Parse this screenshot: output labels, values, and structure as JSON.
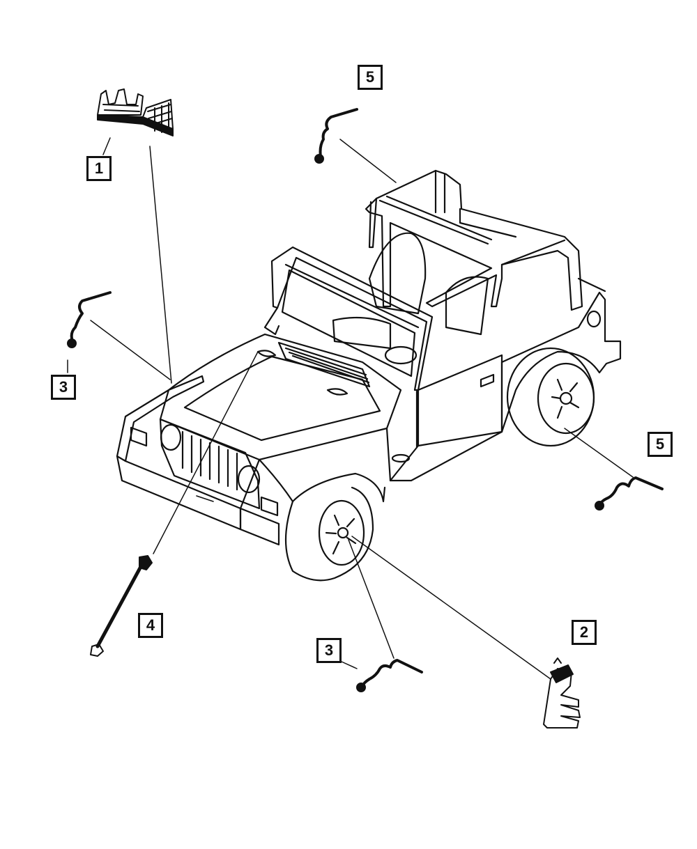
{
  "diagram": {
    "callouts": [
      {
        "id": "callout-1",
        "label": "1"
      },
      {
        "id": "callout-2",
        "label": "2"
      },
      {
        "id": "callout-3a",
        "label": "3"
      },
      {
        "id": "callout-3b",
        "label": "3"
      },
      {
        "id": "callout-4",
        "label": "4"
      },
      {
        "id": "callout-5a",
        "label": "5"
      },
      {
        "id": "callout-5b",
        "label": "5"
      }
    ],
    "colors": {
      "ink": "#111111",
      "background": "#ffffff"
    },
    "icons": [
      "jeep-vehicle-icon",
      "bracket-tray-icon",
      "wheel-sensor-bracket-icon",
      "wiring-harness-icon",
      "antenna-cable-icon"
    ]
  }
}
